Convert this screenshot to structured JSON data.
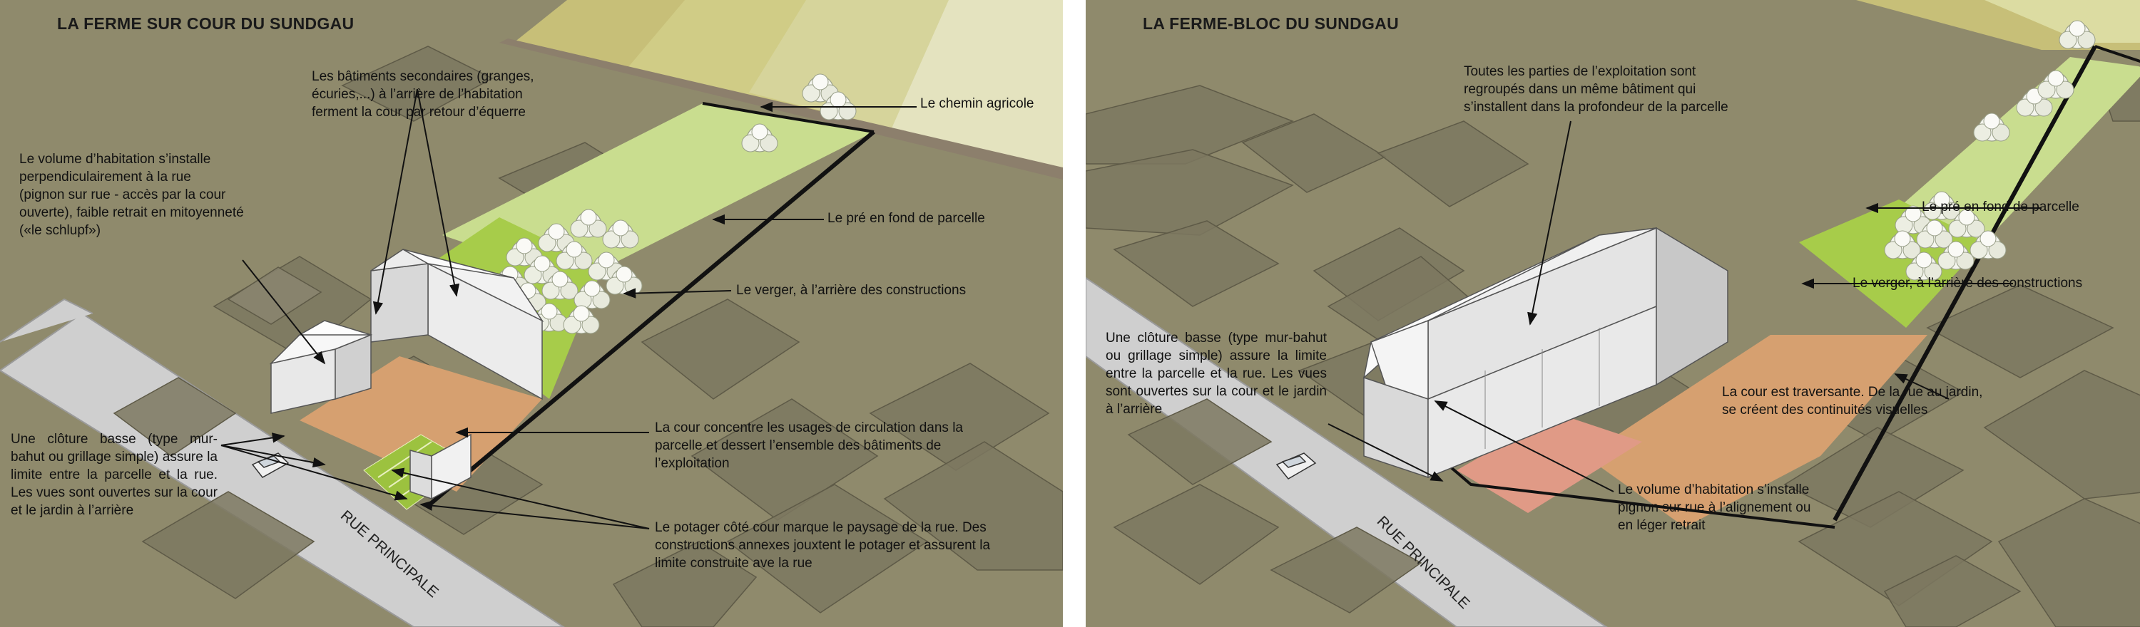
{
  "panels": [
    {
      "title": "LA FERME SUR COUR DU SUNDGAU",
      "street_label": "RUE PRINCIPALE",
      "annotations": {
        "secondary_buildings": "Les bâtiments secondaires (granges,\nécuries,...) à l’arrière de l’habitation\nferment la cour par retour d’équerre",
        "dwelling": "Le volume d’habitation s’installe\nperpendiculairement à la rue\n(pignon sur rue - accès par la cour\nouverte), faible retrait en mitoyenneté\n(«le schlupf»)",
        "farm_path": "Le chemin agricole",
        "meadow": "Le pré en fond de parcelle",
        "orchard": "Le verger, à l’arrière des constructions",
        "fence": "Une clôture basse (type mur-bahut ou grillage simple) assure la limite entre la parcelle et la rue. Les vues sont ouvertes sur la cour et le jardin à l’arrière",
        "courtyard": "La cour concentre les usages de circulation dans la\nparcelle et dessert l’ensemble des bâtiments de\nl’exploitation",
        "vegetable_garden": "Le potager côté cour marque le paysage de la rue. Des\nconstructions annexes jouxtent le potager et assurent la\nlimite construite ave la rue"
      }
    },
    {
      "title": "LA FERME-BLOC DU SUNDGAU",
      "street_label": "RUE PRINCIPALE",
      "annotations": {
        "grouped_buildings": "Toutes les parties de l’exploitation sont\nregroupés dans un même bâtiment qui\ns’installent dans la profondeur de la parcelle",
        "meadow": "Le pré en fond de parcelle",
        "orchard": "Le verger, à l’arrière des constructions",
        "fence": "Une clôture basse (type mur-bahut ou grillage simple) assure la limite entre la parcelle et la rue. Les vues sont ouvertes sur la cour et le jardin à l’arrière",
        "courtyard": "La cour est traversante. De la rue au jardin,\nse créent des continuités visuelles",
        "dwelling": "Le volume d’habitation s’installe\npignon sur rue à l’alignement ou\nen léger retrait"
      }
    }
  ],
  "colors": {
    "ground": "#8f8a6c",
    "road": "#cfcfcf",
    "meadow": "#c9dd8f",
    "orchard": "#a7cc4a",
    "courtyard": "#d6a070",
    "building_walls": "#f3f3f3",
    "ghost_buildings": "#7d7860",
    "fields": [
      "#c7bf78",
      "#d6d28e",
      "#dcdca2",
      "#e4e3bf"
    ]
  }
}
